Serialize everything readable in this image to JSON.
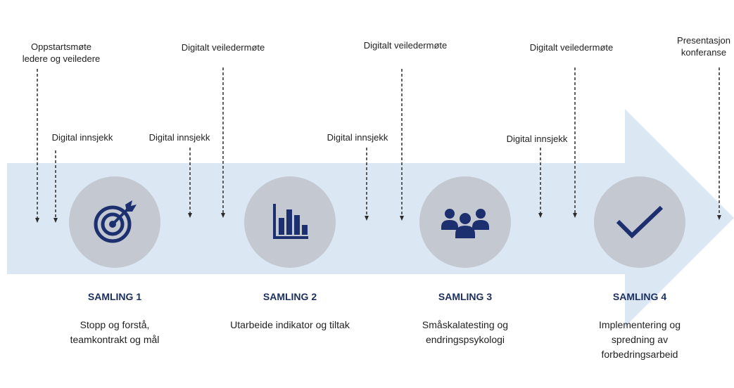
{
  "top_labels": [
    {
      "id": "oppstart",
      "lines": [
        "Oppstartsmøte",
        "ledere og veiledere"
      ]
    },
    {
      "id": "veileder1",
      "lines": [
        "Digitalt veiledermøte"
      ]
    },
    {
      "id": "veileder2",
      "lines": [
        "Digitalt veiledermøte"
      ]
    },
    {
      "id": "veileder3",
      "lines": [
        "Digitalt veiledermøte"
      ]
    },
    {
      "id": "presentasjon",
      "lines": [
        "Presentasjon",
        "konferanse"
      ]
    }
  ],
  "mid_labels": [
    "Digital innsjekk",
    "Digital innsjekk",
    "Digital innsjekk",
    "Digital innsjekk"
  ],
  "stages": [
    {
      "title": "SAMLING 1",
      "desc": [
        "Stopp og forstå,",
        "teamkontrakt og mål"
      ],
      "icon": "target-icon"
    },
    {
      "title": "SAMLING 2",
      "desc": [
        "Utarbeide indikator og tiltak"
      ],
      "icon": "bar-chart-icon"
    },
    {
      "title": "SAMLING 3",
      "desc": [
        "Småskalatesting og",
        "endringspsykologi"
      ],
      "icon": "people-group-icon"
    },
    {
      "title": "SAMLING 4",
      "desc": [
        "Implementering og",
        "spredning av",
        "forbedringsarbeid"
      ],
      "icon": "checkmark-icon"
    }
  ],
  "colors": {
    "arrow": "#dce7f4",
    "circle": "#c4c8d0",
    "icon": "#1c2f6e",
    "title": "#1c2f5c",
    "line": "#2b2b2b"
  }
}
